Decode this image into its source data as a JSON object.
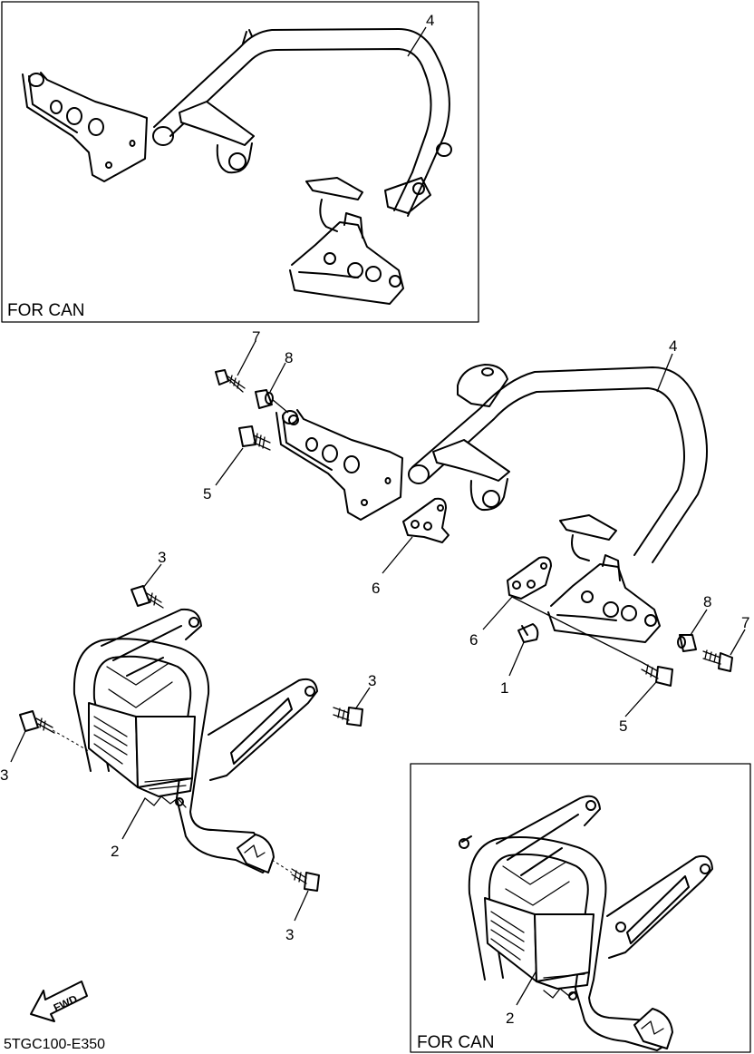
{
  "regions": [
    {
      "caption": "FOR CAN"
    },
    {
      "caption": "FOR CAN"
    }
  ],
  "callouts": {
    "upper_4": "4",
    "main_7a": "7",
    "main_8a": "8",
    "main_4": "4",
    "main_5a": "5",
    "main_6a": "6",
    "main_3a": "3",
    "main_8b": "8",
    "main_7b": "7",
    "main_6b": "6",
    "main_1": "1",
    "main_3b": "3",
    "main_3c": "3",
    "main_5b": "5",
    "main_2": "2",
    "main_3d": "3",
    "lower_2": "2"
  },
  "fwd_label": "FWD",
  "diagram_code": "5TGC100-E350"
}
